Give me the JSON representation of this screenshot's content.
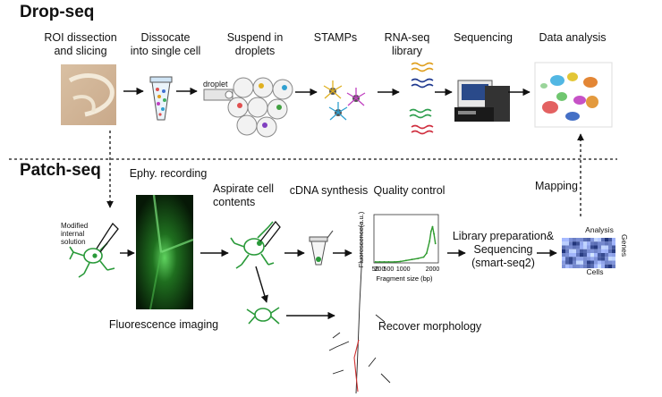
{
  "drop_seq": {
    "title": "Drop-seq",
    "steps": [
      {
        "label_lines": [
          "ROI dissection",
          "and slicing"
        ]
      },
      {
        "label_lines": [
          "Dissocate",
          "into single cell"
        ]
      },
      {
        "label_lines": [
          "Suspend in",
          "droplets"
        ]
      },
      {
        "label_lines": [
          "STAMPs"
        ]
      },
      {
        "label_lines": [
          "RNA-seq",
          "library"
        ]
      },
      {
        "label_lines": [
          "Sequencing"
        ]
      },
      {
        "label_lines": [
          "Data analysis"
        ]
      }
    ],
    "droplet_label": "droplet"
  },
  "patch_seq": {
    "title": "Patch-seq",
    "modified_solution_lines": [
      "Modified",
      "internal",
      "solution"
    ],
    "ephys_label": "Ephy. recording",
    "aspirate_lines": [
      "Aspirate cell",
      "contents"
    ],
    "cdna_label": "cDNA synthesis",
    "qc_label": "Quality control",
    "library_lines": [
      "Library preparation&",
      "Sequencing",
      "(smart-seq2)"
    ],
    "mapping_label": "Mapping",
    "fluorescence_label": "Fluorescence imaging",
    "recover_label": "Recover morphology",
    "heatmap": {
      "title": "Analysis",
      "xlabel": "Cells",
      "ylabel": "Genes"
    }
  },
  "chart_data": {
    "type": "line",
    "title": "",
    "xlabel": "Fragment size (bp)",
    "ylabel": "Fluorescence(a.u.)",
    "xticks": [
      "50",
      "200",
      "500",
      "1000",
      "2000"
    ],
    "x": [
      50,
      200,
      350,
      500,
      700,
      900,
      1100,
      1300,
      1500,
      1700,
      1800,
      1900,
      1950,
      2000,
      2050,
      2100
    ],
    "values": [
      2,
      2,
      2,
      2,
      2,
      3,
      5,
      7,
      9,
      12,
      20,
      45,
      65,
      75,
      60,
      40
    ],
    "ylim": [
      0,
      100
    ],
    "color": "#2e9b2e"
  },
  "colors": {
    "neuron": "#2a9a3a",
    "arrow": "#111111",
    "title": "#111111"
  }
}
